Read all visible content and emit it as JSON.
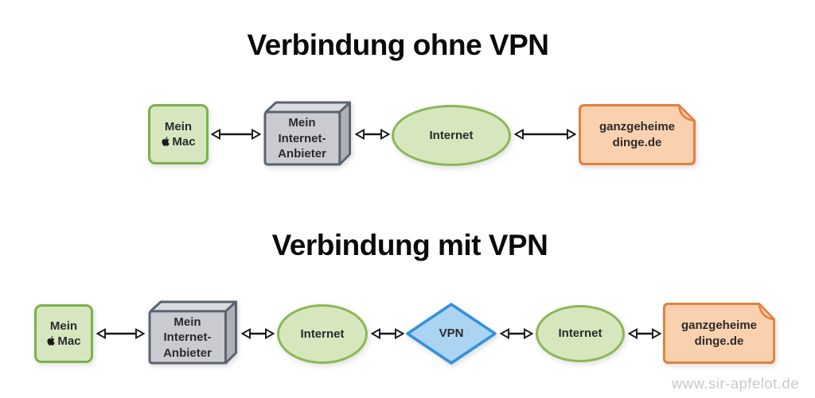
{
  "sections": {
    "ohne": {
      "title": "Verbindung ohne VPN",
      "mac": {
        "line1": "Mein",
        "line2": "Mac"
      },
      "isp": {
        "line1": "Mein",
        "line2": "Internet-",
        "line3": "Anbieter"
      },
      "internet": "Internet",
      "site": {
        "line1": "ganzgeheime",
        "line2": "dinge.de"
      }
    },
    "mit": {
      "title": "Verbindung mit VPN",
      "mac": {
        "line1": "Mein",
        "line2": "Mac"
      },
      "isp": {
        "line1": "Mein",
        "line2": "Internet-",
        "line3": "Anbieter"
      },
      "internet1": "Internet",
      "vpn": "VPN",
      "internet2": "Internet",
      "site": {
        "line1": "ganzgeheime",
        "line2": "dinge.de"
      }
    }
  },
  "watermark": "www.sir-apfelot.de",
  "colors": {
    "green_fill": "#d6e7c0",
    "green_border": "#7db04b",
    "ellipse_fill": "#d6e7bd",
    "ellipse_border": "#8ab757",
    "gray_front": "#c9cbd1",
    "gray_top": "#dadbe0",
    "gray_side": "#aeb0b8",
    "gray_border": "#5c6370",
    "orange_fill": "#fad1ae",
    "orange_border": "#e2803f",
    "blue_fill": "#abd4f2",
    "blue_border": "#3391d9",
    "arrow_color": "#161616",
    "title_color": "#0a0a0a",
    "text_color": "#2b2b2d",
    "watermark_color": "#c7c9ca"
  }
}
